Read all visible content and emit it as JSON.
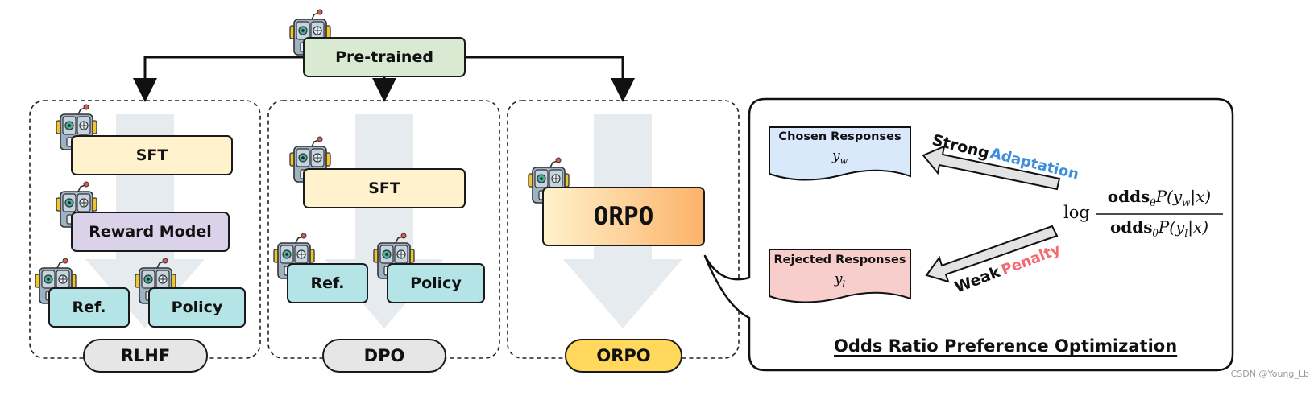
{
  "pretrained_label": "Pre-trained",
  "rlhf": {
    "sft": "SFT",
    "reward_model": "Reward Model",
    "ref": "Ref.",
    "policy": "Policy",
    "tag": "RLHF"
  },
  "dpo": {
    "sft": "SFT",
    "ref": "Ref.",
    "policy": "Policy",
    "tag": "DPO"
  },
  "orpo": {
    "main": "ORPO",
    "tag": "ORPO"
  },
  "panel": {
    "chosen_label": "Chosen Responses",
    "chosen_symbol": "y",
    "chosen_sub": "w",
    "rejected_label": "Rejected Responses",
    "rejected_symbol": "y",
    "rejected_sub": "l",
    "strong_word": "Strong",
    "adaptation_word": "Adaptation",
    "weak_word": "Weak",
    "penalty_word": "Penalty",
    "formula_log": "log",
    "formula_numerator": "odds",
    "formula_numerator_rest": "P(y",
    "formula_numerator_tail": "|x)",
    "formula_denominator": "odds",
    "formula_denominator_rest": "P(y",
    "formula_denominator_tail": "|x)",
    "theta": "θ",
    "sub_w": "w",
    "sub_l": "l",
    "title": "Odds Ratio Preference Optimization"
  },
  "watermark": "CSDN @Young_Lb",
  "colors": {
    "pretrained_fill": "#d9ead3",
    "sft_fill": "#fff2cc",
    "reward_fill": "#d9d2e9",
    "teal_fill": "#b4e4e6",
    "tag_fill": "#e6e6e6",
    "orpo_tag_fill": "#ffd85c",
    "chosen_fill": "#dae8fc",
    "rejected_fill": "#f8cecc",
    "adaptation_color": "#3d8fdc",
    "penalty_color": "#f36b72",
    "big_arrow": "#e6ebf0"
  }
}
